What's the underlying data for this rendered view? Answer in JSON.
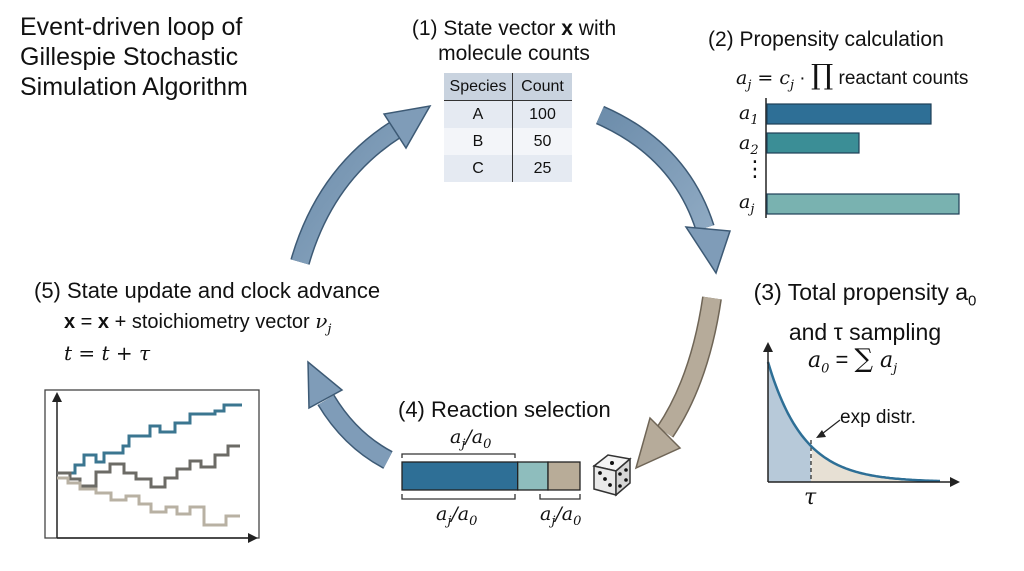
{
  "title": "Event-driven loop of Gillespie Stochastic Simulation Algorithm",
  "step1": {
    "label_a": "(1) State vector ",
    "label_x": "x",
    "label_b": " with molecule counts",
    "table": {
      "headers": [
        "Species",
        "Count"
      ],
      "rows": [
        [
          "A",
          "100"
        ],
        [
          "B",
          "50"
        ],
        [
          "C",
          "25"
        ]
      ]
    }
  },
  "step2": {
    "label": "(2) Propensity calculation",
    "formula": {
      "lhs": "a",
      "lhs_sub": "j",
      "eq": " = c",
      "c_sub": "j",
      "dot": " · ",
      "prod": "∏",
      "rest": " reactant counts"
    },
    "bars": [
      {
        "label": "a",
        "sub": "1",
        "value": 0.82,
        "color": "#2e6f96"
      },
      {
        "label": "a",
        "sub": "2",
        "value": 0.46,
        "color": "#3b8e96"
      },
      {
        "label": "a",
        "sub": "j",
        "value": 0.96,
        "color": "#79b2b0"
      }
    ],
    "ellipsis": "⋮"
  },
  "step3": {
    "label_a": "(3) Total propensity a",
    "label_sub": "0",
    "label_b": "and τ sampling",
    "formula": {
      "lhs": "a",
      "lhs_sub": "0",
      "eq": " = ",
      "sum": "∑",
      "rhs": " a",
      "rhs_sub": "j"
    },
    "annotation": "exp distr.",
    "tau": "τ"
  },
  "step4": {
    "label": "(4) Reaction selection",
    "top_label": {
      "a": "a",
      "a_sub": "j",
      "slash": "/a",
      "b_sub": "0"
    },
    "bottom_left": {
      "a": "a",
      "a_sub": "j",
      "slash": "/a",
      "b_sub": "0"
    },
    "bottom_right": {
      "a": "a",
      "a_sub": "j",
      "slash": "/a",
      "b_sub": "0"
    },
    "segments": [
      {
        "fraction": 0.65,
        "color": "#2e6f96"
      },
      {
        "fraction": 0.17,
        "color": "#8ebdbd"
      },
      {
        "fraction": 0.18,
        "color": "#b8ac98"
      }
    ]
  },
  "step5": {
    "label": "(5) State update and clock advance",
    "line1": {
      "x1": "x",
      "eq": " = ",
      "x2": "x",
      "rest": " + stoichiometry vector ",
      "nu": "ν",
      "nu_sub": "j"
    },
    "line2": "t = t + τ"
  },
  "colors": {
    "arrow_blue": "#7f9cb8",
    "arrow_tan": "#b6ab9a",
    "curve": "#2e6f96",
    "area_left": "#b7c9d9",
    "area_right": "#e7e0d4"
  }
}
